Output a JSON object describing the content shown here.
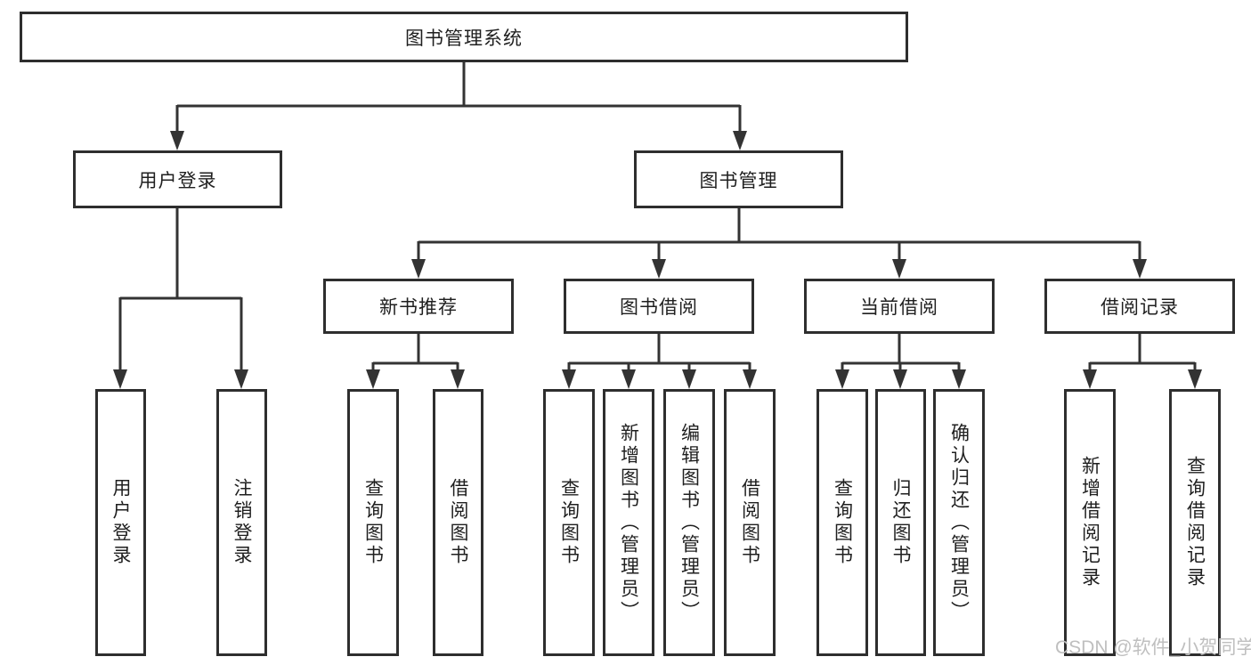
{
  "tree": {
    "root": {
      "label": "图书管理系统"
    },
    "branches": [
      {
        "label": "用户登录",
        "children": [
          {
            "label": "用户登录"
          },
          {
            "label": "注销登录"
          }
        ]
      },
      {
        "label": "图书管理",
        "children": [
          {
            "label": "新书推荐",
            "children": [
              {
                "label": "查询图书"
              },
              {
                "label": "借阅图书"
              }
            ]
          },
          {
            "label": "图书借阅",
            "children": [
              {
                "label": "查询图书"
              },
              {
                "label": "新增图书（管理员）"
              },
              {
                "label": "编辑图书（管理员）"
              },
              {
                "label": "借阅图书"
              }
            ]
          },
          {
            "label": "当前借阅",
            "children": [
              {
                "label": "查询图书"
              },
              {
                "label": "归还图书"
              },
              {
                "label": "确认归还（管理员）"
              }
            ]
          },
          {
            "label": "借阅记录",
            "children": [
              {
                "label": "新增借阅记录"
              },
              {
                "label": "查询借阅记录"
              }
            ]
          }
        ]
      }
    ]
  },
  "watermark": {
    "text": "CSDN @软件_小贺同学"
  },
  "colors": {
    "line": "#333333",
    "box_border": "#2e2e2e",
    "text": "#1f1f1f",
    "watermark": "#bfbfbf",
    "background": "#ffffff"
  }
}
